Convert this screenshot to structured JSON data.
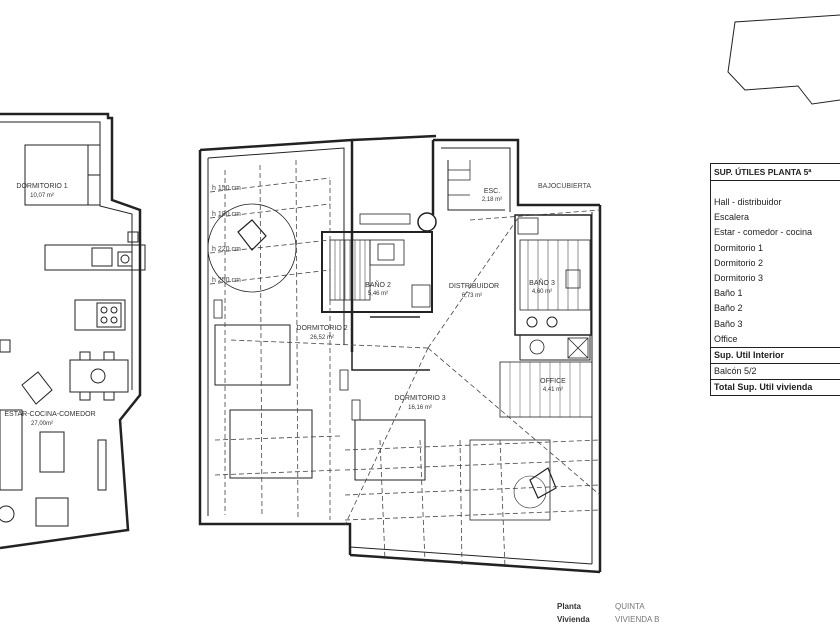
{
  "rooms": [
    {
      "name": "DORMITORIO 1",
      "area": "10,07 m²"
    },
    {
      "name": "ESTAR-COCINA-COMEDOR",
      "area": "27,00m²"
    },
    {
      "name": "DORMITORIO 2",
      "area": "26,52 m²"
    },
    {
      "name": "BAÑO 2",
      "area": "5,46 m²"
    },
    {
      "name": "DISTRIBUIDOR",
      "area": "6,73 m²"
    },
    {
      "name": "ESC.",
      "area": "2,18 m²"
    },
    {
      "name": "BAÑO 3",
      "area": "4,60 m²"
    },
    {
      "name": "DORMITORIO 3",
      "area": "16,16 m²"
    },
    {
      "name": "OFFICE",
      "area": "4,41 m²"
    }
  ],
  "height_marks": [
    "h 150 cm",
    "h 180 cm",
    "h 220 cm",
    "h 250 cm"
  ],
  "bajocubierta_label": "BAJOCUBIERTA",
  "area_table": {
    "title": "SUP. ÚTILES PLANTA 5ª",
    "rows": [
      "Hall - distribuidor",
      "Escalera",
      "Estar - comedor - cocina",
      "Dormitorio 1",
      "Dormitorio 2",
      "Dormitorio 3",
      "Baño 1",
      "Baño 2",
      "Baño 3",
      "Office"
    ],
    "interior_label": "Sup. Util Interior",
    "balcon_label": "Balcón 5/2",
    "total_label": "Total Sup. Util vivienda"
  },
  "caption": {
    "planta_key": "Planta",
    "planta_value": "QUINTA",
    "vivienda_key": "Vivienda",
    "vivienda_value": "VIVIENDA B"
  },
  "colors": {
    "line": "#222222",
    "dashed": "#444444",
    "text": "#333333"
  }
}
